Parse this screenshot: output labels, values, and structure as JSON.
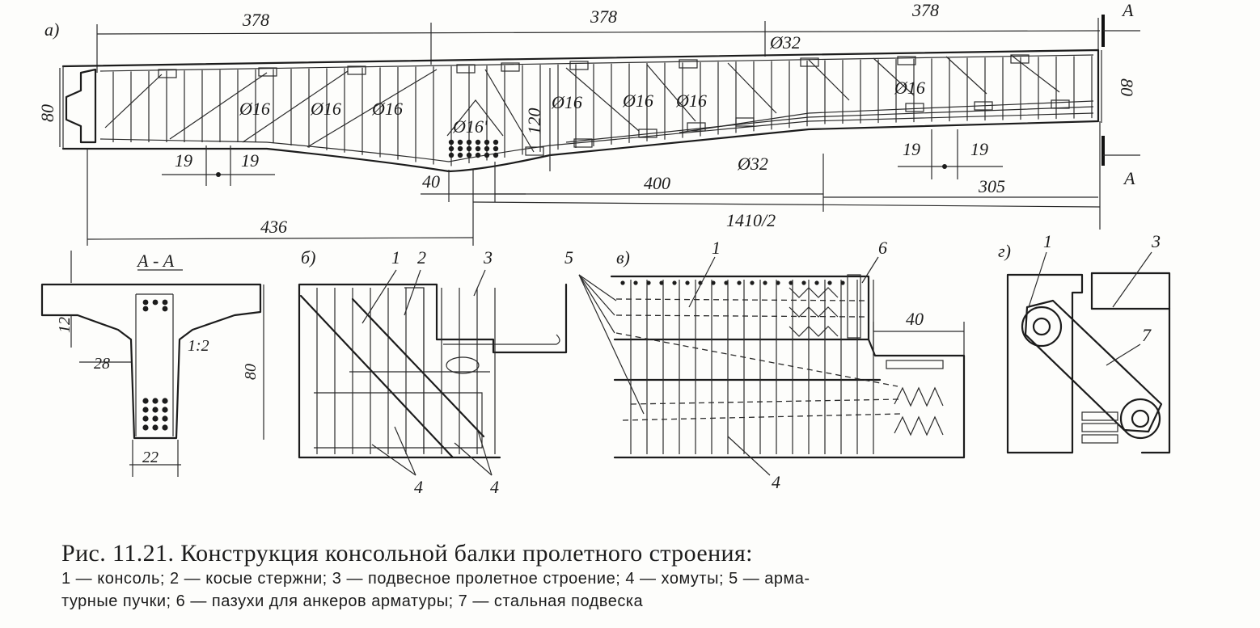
{
  "figure": {
    "panel_a": {
      "label": "а)",
      "section_mark": "А",
      "section_title": "А - А",
      "dims_top": [
        "378",
        "378",
        "378"
      ],
      "height_left": "80",
      "height_right": "80",
      "height_mid": "120",
      "bar_16": "Ø16",
      "bar_16b": "Ø16'",
      "bar_32": "Ø32",
      "d19": "19",
      "d40": "40",
      "d400": "400",
      "d305": "305",
      "d436": "436",
      "d1410": "1410/2"
    },
    "section_aa": {
      "h12": "12",
      "w28": "28",
      "slope": "1:2",
      "h80": "80",
      "w22": "22"
    },
    "panel_b": {
      "label": "б)",
      "n1": "1",
      "n2": "2",
      "n3": "3",
      "n4": "4"
    },
    "panel_v": {
      "label": "в)",
      "n1": "1",
      "n4": "4",
      "n5": "5",
      "n6": "6",
      "d40": "40"
    },
    "panel_g": {
      "label": "г)",
      "n1": "1",
      "n3": "3",
      "n7": "7"
    }
  },
  "caption": {
    "title": "Рис. 11.21. Конструкция консольной балки пролетного строения:",
    "legend_line1": "1 — консоль; 2 — косые стержни; 3 — подвесное пролетное строение; 4 — хомуты; 5 — арма-",
    "legend_line2": "турные пучки; 6 — пазухи для анкеров арматуры; 7 — стальная подвеска"
  }
}
